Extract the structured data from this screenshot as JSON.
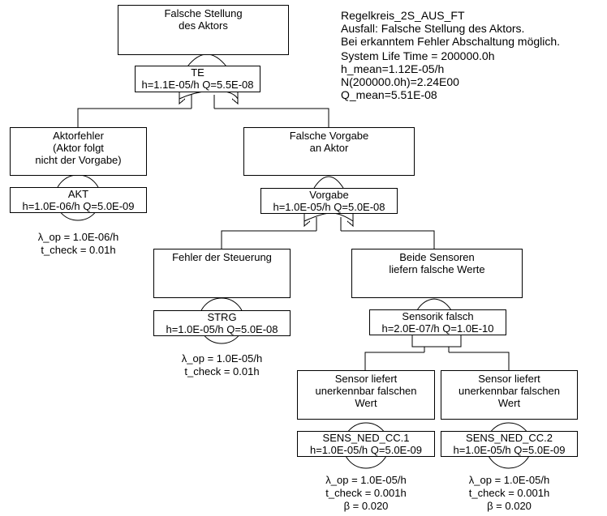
{
  "info": {
    "title": "Regelkreis_2S_AUS_FT",
    "failure": "Ausfall: Falsche Stellung des Aktors.",
    "note": "Bei erkanntem Fehler Abschaltung möglich.",
    "life_time": "System Life Time = 200000.0h",
    "h_mean": "h_mean=1.12E-05/h",
    "n_value": "N(200000.0h)=2.24E00",
    "q_mean": "Q_mean=5.51E-08"
  },
  "nodes": {
    "te": {
      "description": "Falsche Stellung\ndes Aktors",
      "gate_type": "or",
      "name": "TE",
      "rates": "h=1.1E-05/h Q=5.5E-08"
    },
    "akt": {
      "description": "Aktorfehler\n(Aktor folgt\nnicht der Vorgabe)",
      "gate_type": "basic-event",
      "name": "AKT",
      "rates": "h=1.0E-06/h Q=5.0E-09",
      "params": [
        "λ_op = 1.0E-06/h",
        "t_check = 0.01h"
      ]
    },
    "vorgabe": {
      "description": "Falsche Vorgabe\nan Aktor",
      "gate_type": "or",
      "name": "Vorgabe",
      "rates": "h=1.0E-05/h Q=5.0E-08"
    },
    "strg": {
      "description": "Fehler der Steuerung",
      "gate_type": "basic-event",
      "name": "STRG",
      "rates": "h=1.0E-05/h Q=5.0E-08",
      "params": [
        "λ_op = 1.0E-05/h",
        "t_check = 0.01h"
      ]
    },
    "sensorik": {
      "description": "Beide Sensoren\nliefern falsche Werte",
      "gate_type": "and",
      "name": "Sensorik falsch",
      "rates": "h=2.0E-07/h Q=1.0E-10"
    },
    "sens1": {
      "description": "Sensor liefert\nunerkennbar falschen\nWert",
      "gate_type": "basic-event",
      "name": "SENS_NED_CC.1",
      "rates": "h=1.0E-05/h Q=5.0E-09",
      "params": [
        "λ_op = 1.0E-05/h",
        "t_check = 0.001h",
        "β = 0.020"
      ]
    },
    "sens2": {
      "description": "Sensor liefert\nunerkennbar falschen\nWert",
      "gate_type": "basic-event",
      "name": "SENS_NED_CC.2",
      "rates": "h=1.0E-05/h Q=5.0E-09",
      "params": [
        "λ_op = 1.0E-05/h",
        "t_check = 0.001h",
        "β = 0.020"
      ]
    }
  }
}
